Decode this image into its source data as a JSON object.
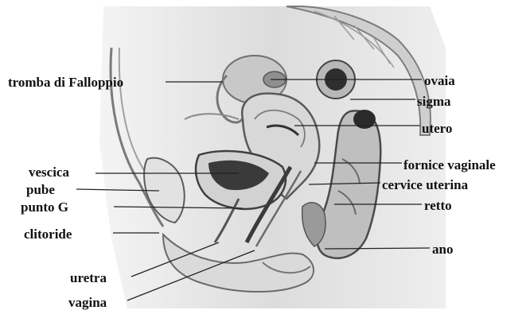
{
  "diagram": {
    "labels": {
      "fallopian_tube": "tromba di Falloppio",
      "ovaries": "ovaia",
      "sigmoid": "sigma",
      "uterus": "utero",
      "vaginal_fornix": "fornice vaginale",
      "cervix": "cervice uterina",
      "rectum": "retto",
      "anus": "ano",
      "bladder": "vescica",
      "pubis": "pube",
      "g_spot": "punto G",
      "clitoris": "clitoride",
      "urethra": "uretra",
      "vagina": "vagina"
    }
  }
}
